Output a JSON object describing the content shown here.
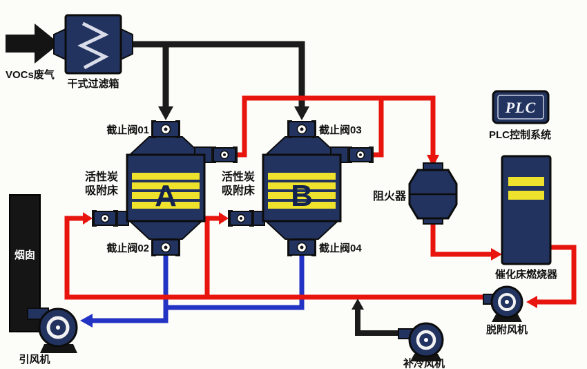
{
  "colors": {
    "bg": "#fcfcf8",
    "pipe_black": "#1b1b1b",
    "pipe_red": "#e8150f",
    "pipe_blue": "#2334c4",
    "navy": "#22335f",
    "navy_dark": "#121d3a",
    "yellow": "#efe22c",
    "ink": "#111111"
  },
  "inlet": {
    "vocs": "VOCs废气",
    "filter": "干式过滤箱"
  },
  "valves": {
    "v01": "截止阀01",
    "v02": "截止阀02",
    "v03": "截止阀03",
    "v04": "截止阀04"
  },
  "adsorbers": {
    "a_letter": "A",
    "b_letter": "B",
    "a_line1": "活性炭",
    "a_line2": "吸附床",
    "b_line1": "活性炭",
    "b_line2": "吸附床"
  },
  "treatment": {
    "flame_arrester": "阻火器",
    "burner": "催化床燃烧器"
  },
  "control": {
    "plc_badge": "PLC",
    "plc_label": "PLC控制系统"
  },
  "exhaust": {
    "chimney": "烟囱",
    "induced_fan": "引风机"
  },
  "fans": {
    "cooling": "补冷风机",
    "desorption": "脱附风机"
  }
}
